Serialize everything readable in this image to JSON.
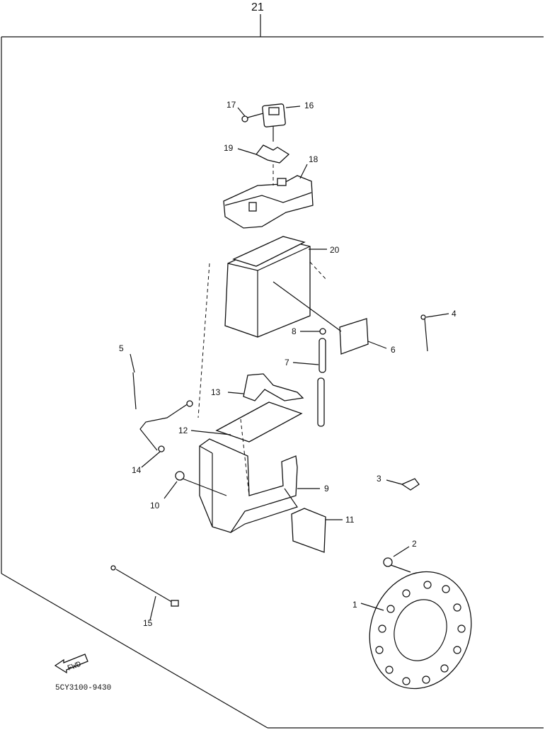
{
  "diagram": {
    "group_number": "21",
    "drawing_code": "5CY3100-9430",
    "fwd_text": "FWD",
    "callouts": [
      "1",
      "2",
      "3",
      "4",
      "5",
      "6",
      "7",
      "8",
      "9",
      "10",
      "11",
      "12",
      "13",
      "14",
      "15",
      "16",
      "17",
      "18",
      "19",
      "20"
    ],
    "callout_8b_text": "8"
  }
}
